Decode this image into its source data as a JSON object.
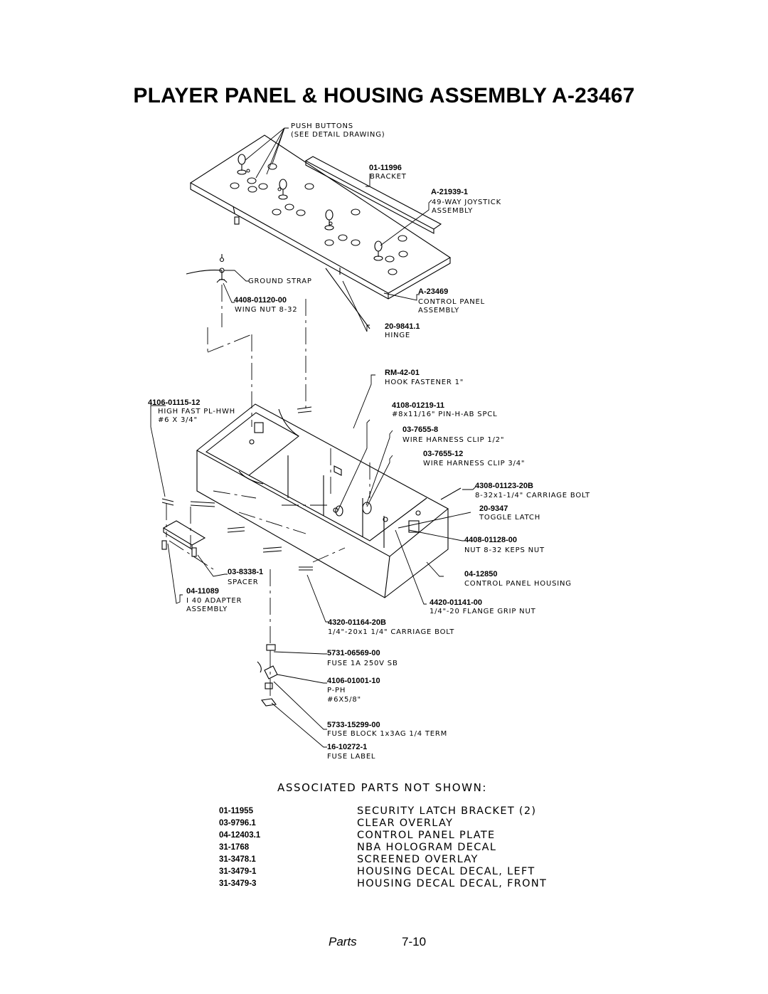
{
  "title": "PLAYER PANEL & HOUSING ASSEMBLY A-23467",
  "callouts": {
    "push_buttons": {
      "desc1": "PUSH BUTTONS",
      "desc2": "(SEE DETAIL DRAWING)"
    },
    "bracket": {
      "part": "01-11996",
      "desc1": "BRACKET"
    },
    "joystick": {
      "part": "A-21939-1",
      "desc1": "49-WAY JOYSTICK",
      "desc2": "ASSEMBLY"
    },
    "ground_strap": {
      "desc1": "GROUND STRAP"
    },
    "control_panel": {
      "part": "A-23469",
      "desc1": "CONTROL PANEL",
      "desc2": "ASSEMBLY"
    },
    "wing_nut": {
      "part": "4408-01120-00",
      "desc1": "WING NUT 8-32"
    },
    "hinge": {
      "part": "20-9841.1",
      "desc1": "HINGE"
    },
    "hook_fastener": {
      "part": "RM-42-01",
      "desc1": "HOOK FASTENER 1\""
    },
    "high_fast": {
      "part": "4106-01115-12",
      "desc1": "HIGH FAST PL-HWH",
      "desc2": "#6 X 3/4\""
    },
    "pin": {
      "part": "4108-01219-11",
      "desc1": "#8x11/16\" PIN-H-AB SPCL"
    },
    "wire_clip_half": {
      "part": "03-7655-8",
      "desc1": "WIRE HARNESS CLIP 1/2\""
    },
    "wire_clip_3q": {
      "part": "03-7655-12",
      "desc1": "WIRE HARNESS CLIP 3/4\""
    },
    "carriage_bolt_8": {
      "part": "4308-01123-20B",
      "desc1": "8-32x1-1/4\" CARRIAGE BOLT"
    },
    "toggle_latch": {
      "part": "20-9347",
      "desc1": "TOGGLE LATCH"
    },
    "keps_nut": {
      "part": "4408-01128-00",
      "desc1": "NUT 8-32 KEPS NUT"
    },
    "spacer": {
      "part": "03-8338-1",
      "desc1": "SPACER"
    },
    "housing": {
      "part": "04-12850",
      "desc1": "CONTROL PANEL HOUSING"
    },
    "adapter": {
      "part": "04-11089",
      "desc1": "I 40 ADAPTER",
      "desc2": "ASSEMBLY"
    },
    "flange_nut": {
      "part": "4420-01141-00",
      "desc1": "1/4\"-20 FLANGE GRIP NUT"
    },
    "carriage_bolt_14": {
      "part": "4320-01164-20B",
      "desc1": "1/4\"-20x1 1/4\" CARRIAGE BOLT"
    },
    "fuse": {
      "part": "5731-06569-00",
      "desc1": "FUSE 1A 250V SB"
    },
    "screw_ph": {
      "part": "4106-01001-10",
      "desc1": "P-PH",
      "desc2": "#6X5/8\""
    },
    "fuse_block": {
      "part": "5733-15299-00",
      "desc1": "FUSE BLOCK 1x3AG 1/4 TERM"
    },
    "fuse_label": {
      "part": "16-10272-1",
      "desc1": "FUSE LABEL"
    }
  },
  "associated": {
    "heading": "ASSOCIATED PARTS NOT SHOWN:",
    "items": [
      {
        "part": "01-11955",
        "desc": "SECURITY LATCH BRACKET (2)"
      },
      {
        "part": "03-9796.1",
        "desc": "CLEAR OVERLAY"
      },
      {
        "part": "04-12403.1",
        "desc": "CONTROL PANEL PLATE"
      },
      {
        "part": "31-1768",
        "desc": "NBA HOLOGRAM DECAL"
      },
      {
        "part": "31-3478.1",
        "desc": "SCREENED OVERLAY"
      },
      {
        "part": "31-3479-1",
        "desc": "HOUSING DECAL DECAL, LEFT"
      },
      {
        "part": "31-3479-3",
        "desc": "HOUSING DECAL DECAL, FRONT"
      }
    ]
  },
  "footer": {
    "section": "Parts",
    "page": "7-10"
  }
}
